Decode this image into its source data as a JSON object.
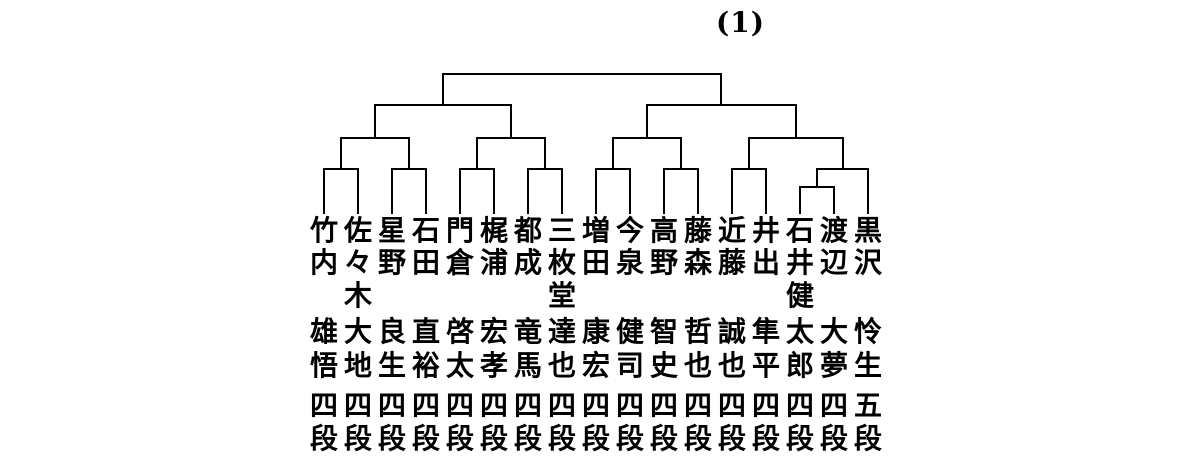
{
  "page": {
    "label": "(1)",
    "background_color": "#ffffff",
    "ink_color": "#000000"
  },
  "bracket": {
    "players": [
      {
        "name_upper": "竹内",
        "name_lower": "雄悟",
        "rank": "四段"
      },
      {
        "name_upper": "佐々木",
        "name_lower": "大地",
        "rank": "四段"
      },
      {
        "name_upper": "星野",
        "name_lower": "良生",
        "rank": "四段"
      },
      {
        "name_upper": "石田",
        "name_lower": "直裕",
        "rank": "四段"
      },
      {
        "name_upper": "門倉",
        "name_lower": "啓太",
        "rank": "四段"
      },
      {
        "name_upper": "梶浦",
        "name_lower": "宏孝",
        "rank": "四段"
      },
      {
        "name_upper": "都成",
        "name_lower": "竜馬",
        "rank": "四段"
      },
      {
        "name_upper": "三枚堂",
        "name_lower": "達也",
        "rank": "四段"
      },
      {
        "name_upper": "増田",
        "name_lower": "康宏",
        "rank": "四段"
      },
      {
        "name_upper": "今泉",
        "name_lower": "健司",
        "rank": "四段"
      },
      {
        "name_upper": "高野",
        "name_lower": "智史",
        "rank": "四段"
      },
      {
        "name_upper": "藤森",
        "name_lower": "哲也",
        "rank": "四段"
      },
      {
        "name_upper": "近藤",
        "name_lower": "誠也",
        "rank": "四段"
      },
      {
        "name_upper": "井出",
        "name_lower": "隼平",
        "rank": "四段"
      },
      {
        "name_upper": "石井健",
        "name_lower": "太郎",
        "rank": "四段"
      },
      {
        "name_upper": "渡辺",
        "name_lower": "大夢",
        "rank": "四段"
      },
      {
        "name_upper": "黒沢",
        "name_lower": "怜生",
        "rank": "五段"
      }
    ],
    "first_round_pairs": [
      [
        0,
        1
      ],
      [
        2,
        3
      ],
      [
        4,
        5
      ],
      [
        6,
        7
      ],
      [
        8,
        9
      ],
      [
        10,
        11
      ],
      [
        12,
        13
      ]
    ],
    "play_in": {
      "pair": [
        14,
        15
      ],
      "opponent": 16
    }
  }
}
